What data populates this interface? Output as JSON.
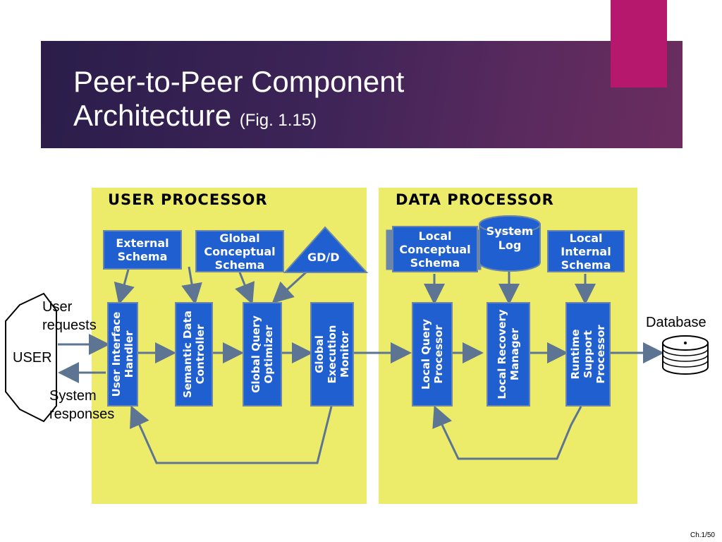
{
  "slide": {
    "title_main_line1": "Peer-to-Peer Component",
    "title_main_line2": "Architecture",
    "title_fig": "(Fig. 1.15)",
    "footer": "Ch.1/50"
  },
  "user_processor": {
    "heading": "USER PROCESSOR",
    "external_schema": "External\nSchema",
    "global_conceptual_schema": "Global\nConceptual\nSchema",
    "gdd": "GD/D",
    "components": [
      "User Interface\nHandler",
      "Semantic Data\nController",
      "Global Query\nOptimizer",
      "Global\nExecution\nMonitor"
    ]
  },
  "data_processor": {
    "heading": "DATA PROCESSOR",
    "local_conceptual_schema": "Local\nConceptual\nSchema",
    "system_log": "System\nLog",
    "local_internal_schema": "Local\nInternal\nSchema",
    "components": [
      "Local Query\nProcessor",
      "Local Recovery\nManager",
      "Runtime\nSupport\nProcessor"
    ]
  },
  "user": {
    "label": "USER",
    "requests": "User\nrequests",
    "responses": "System\nresponses"
  },
  "database": {
    "label": "Database"
  },
  "colors": {
    "banner": "#3e2458",
    "accent": "#b5186c",
    "panel": "#ecec6a",
    "box": "#1f5fd0",
    "stroke": "#5d7593"
  }
}
